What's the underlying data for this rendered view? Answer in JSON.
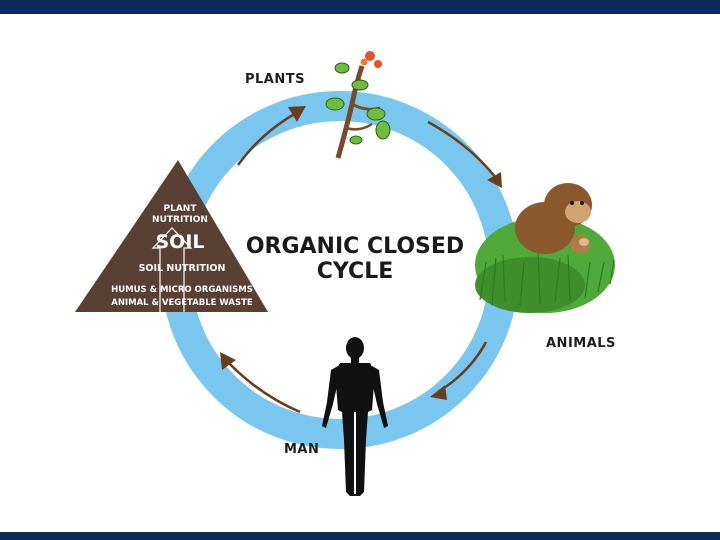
{
  "labels": {
    "plants": "PLANTS",
    "animals": "ANIMALS",
    "man": "MAN"
  },
  "center": {
    "line1": "ORGANIC CLOSED",
    "line2": "CYCLE"
  },
  "soil_triangle": {
    "plant_nutrition_line1": "PLANT",
    "plant_nutrition_line2": "NUTRITION",
    "soil": "SOIL",
    "soil_nutrition": "SOIL NUTRITION",
    "humus": "HUMUS & MICRO ORGANISMS",
    "waste": "ANIMAL & VEGETABLE WASTE"
  },
  "colors": {
    "ring": "#79c6ef",
    "arrow": "#6b3d1d",
    "triangle": "#5a4032",
    "header_bar": "#0d2a5c",
    "grass": "#4faa3a",
    "monkey": "#8a5a2e",
    "silhouette": "#111111"
  },
  "icons": {
    "plants": "plant-sprout-icon",
    "animals": "monkey-in-grass-icon",
    "man": "human-silhouette-icon"
  }
}
